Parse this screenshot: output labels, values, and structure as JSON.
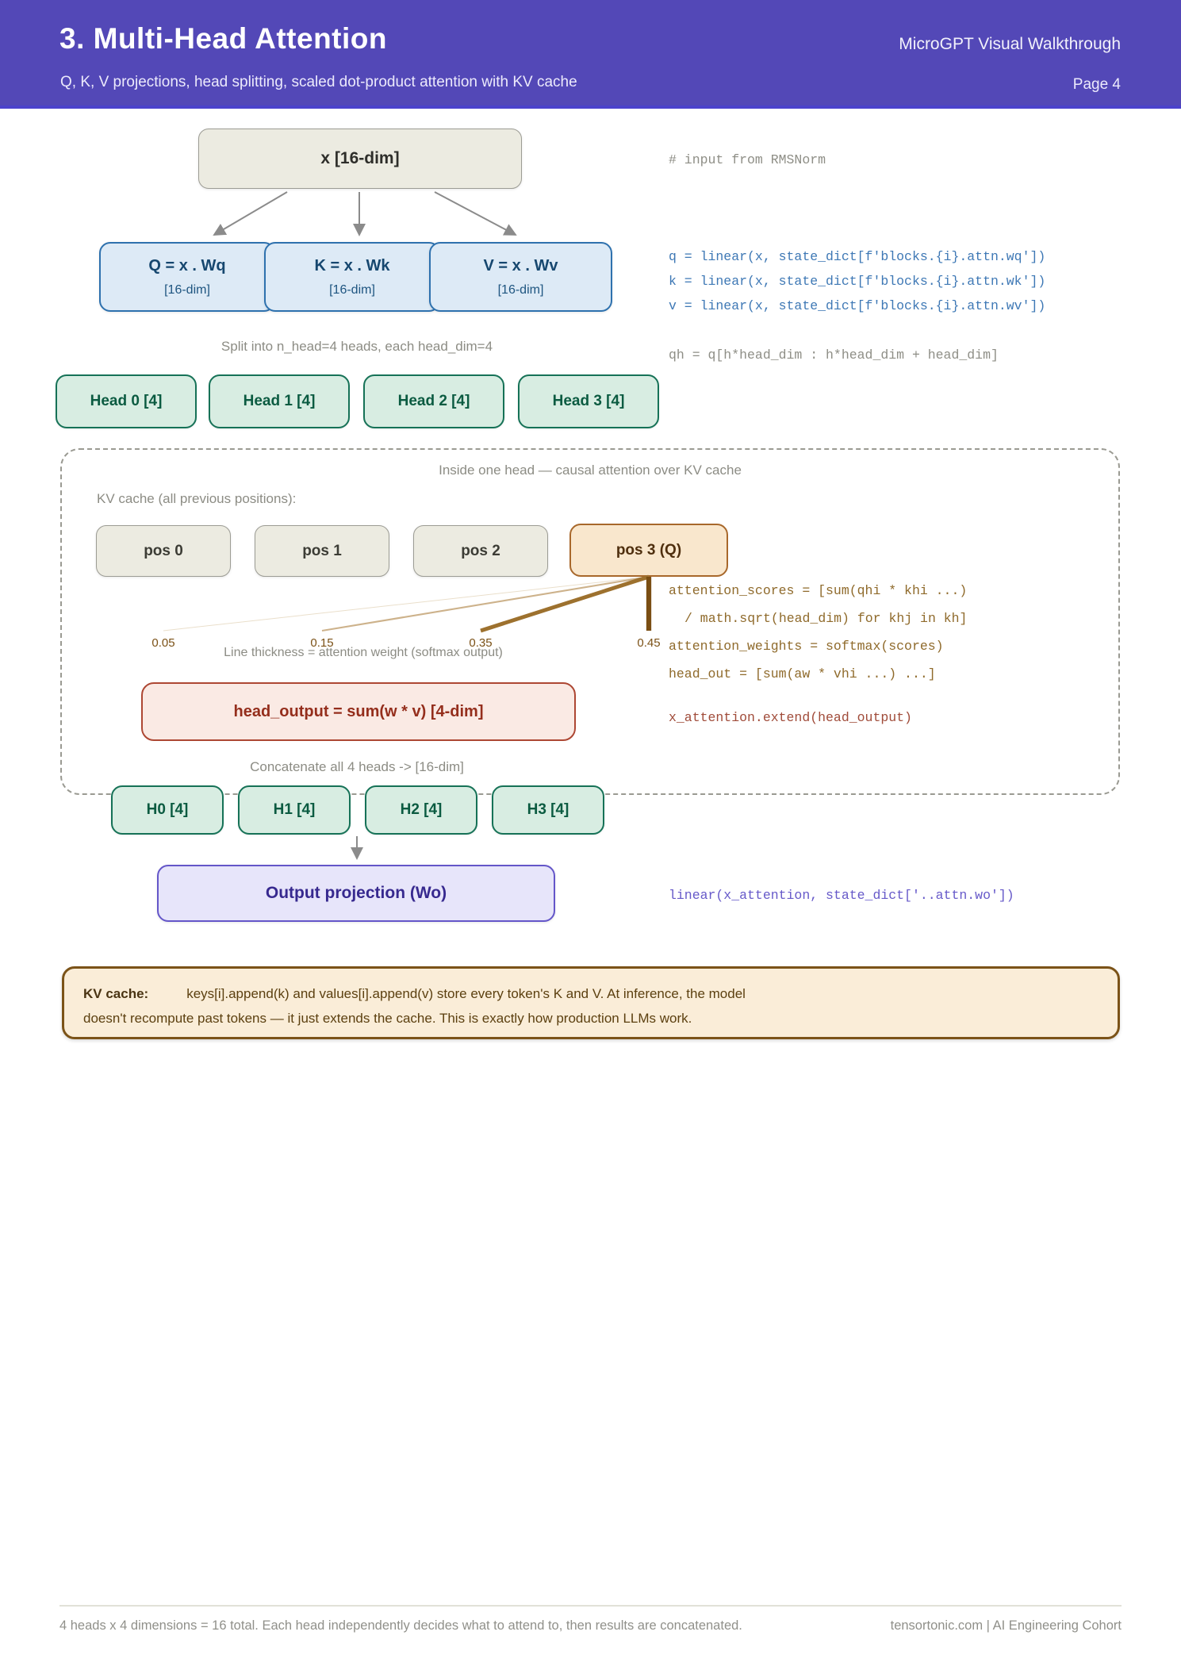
{
  "header": {
    "title": "3. Multi-Head Attention",
    "subtitle": "Q, K, V projections, head splitting, scaled dot-product attention with KV cache",
    "brand": "MicroGPT Visual Walkthrough",
    "page": "Page 4"
  },
  "diagram": {
    "input_box": "x [16-dim]",
    "projections": [
      {
        "title": "Q = x . Wq",
        "dim": "[16-dim]"
      },
      {
        "title": "K = x . Wk",
        "dim": "[16-dim]"
      },
      {
        "title": "V = x . Wv",
        "dim": "[16-dim]"
      }
    ],
    "split_caption": "Split into n_head=4 heads, each head_dim=4",
    "heads": [
      "Head 0 [4]",
      "Head 1 [4]",
      "Head 2 [4]",
      "Head 3 [4]"
    ],
    "inside_head": {
      "title": "Inside one head — causal attention over KV cache",
      "kv_cache_label": "KV cache (all previous positions):",
      "positions": [
        "pos 0",
        "pos 1",
        "pos 2",
        "pos 3 (Q)"
      ],
      "attention_weights": [
        0.05,
        0.15,
        0.35,
        0.45
      ],
      "weights_caption": "Line thickness = attention weight (softmax output)",
      "head_output_label": "head_output = sum(w * v) [4-dim]"
    },
    "concat_caption": "Concatenate all 4 heads -> [16-dim]",
    "concat_heads": [
      "H0 [4]",
      "H1 [4]",
      "H2 [4]",
      "H3 [4]"
    ],
    "output_box": "Output projection (Wo)"
  },
  "code": {
    "comment_input": "# input from RMSNorm",
    "q_line": "q = linear(x, state_dict[f'blocks.{i}.attn.wq'])",
    "k_line": "k = linear(x, state_dict[f'blocks.{i}.attn.wk'])",
    "v_line": "v = linear(x, state_dict[f'blocks.{i}.attn.wv'])",
    "slice_line": "qh = q[h*head_dim : h*head_dim + head_dim]",
    "scores_line1": "attention_scores = [sum(qhi * khi ...)",
    "scores_line2": "/ math.sqrt(head_dim) for khj in kh]",
    "weights_line": "attention_weights = softmax(scores)",
    "head_out_line": "head_out = [sum(aw * vhi ...) ...]",
    "extend_line": "x_attention.extend(head_output)",
    "output_line": "linear(x_attention, state_dict['..attn.wo'])"
  },
  "callout": {
    "label": "KV cache:",
    "line1": "keys[i].append(k) and values[i].append(v) store every token's K and V. At inference, the model",
    "line2": "doesn't recompute past tokens — it just extends the cache. This is exactly how production LLMs work."
  },
  "footer": {
    "left": "4 heads x 4 dimensions = 16 total. Each head independently decides what to attend to, then results are concatenated.",
    "right": "tensortonic.com | AI Engineering Cohort"
  },
  "colors": {
    "header_accent": "#5348B7",
    "attention_line_shades": [
      "#EADFCB",
      "#CDB28B",
      "#9D712E",
      "#7A4E13"
    ]
  }
}
